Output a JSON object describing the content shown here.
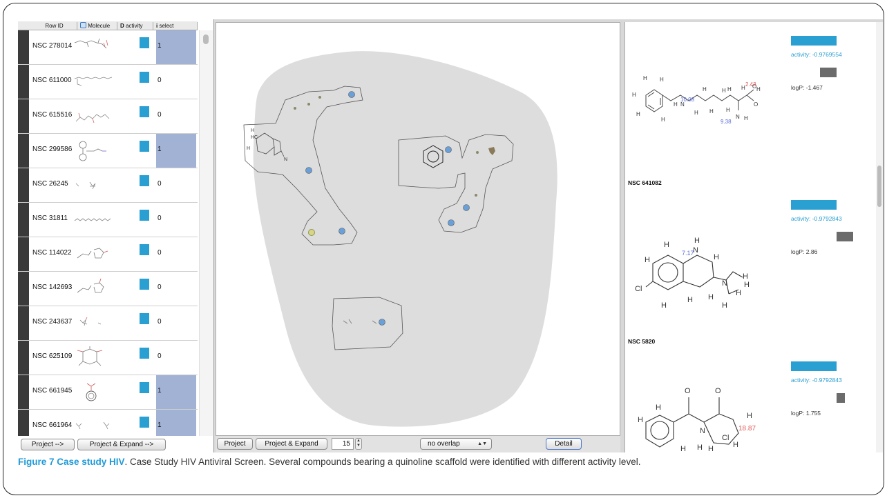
{
  "left_table": {
    "columns": [
      "Row ID",
      "Molecule",
      "activity",
      "select"
    ],
    "rows": [
      {
        "id": "NSC 278014",
        "select": "1"
      },
      {
        "id": "NSC 611000",
        "select": "0"
      },
      {
        "id": "NSC 615516",
        "select": "0"
      },
      {
        "id": "NSC 299586",
        "select": "1"
      },
      {
        "id": "NSC 26245",
        "select": "0"
      },
      {
        "id": "NSC 31811",
        "select": "0"
      },
      {
        "id": "NSC 114022",
        "select": "0"
      },
      {
        "id": "NSC 142693",
        "select": "0"
      },
      {
        "id": "NSC 243637",
        "select": "0"
      },
      {
        "id": "NSC 625109",
        "select": "0"
      },
      {
        "id": "NSC 661945",
        "select": "1"
      },
      {
        "id": "NSC 661964",
        "select": "1"
      }
    ],
    "buttons": {
      "project": "Project -->",
      "project_expand": "Project & Expand -->"
    }
  },
  "middle": {
    "buttons": {
      "project": "Project",
      "project_expand": "Project & Expand",
      "detail": "Detail"
    },
    "count": "15",
    "overlap": "no overlap"
  },
  "right": {
    "cards": [
      {
        "activity": "activity: -0.9769554",
        "logp": "logP: -1.467"
      },
      {
        "name": "NSC 641082",
        "activity": "activity: -0.9792843",
        "logp": "logP: 2.86"
      },
      {
        "name": "NSC 5820",
        "activity": "activity: -0.9792843",
        "logp": "logP: 1.755"
      }
    ],
    "annotations": {
      "a1": "2.43",
      "a2": "10.08",
      "a3": "9.38",
      "a4": "7.17",
      "a5": "18.87"
    }
  },
  "caption": {
    "bold": "Figure 7 Case study HIV",
    "text": ". Case Study HIV Antiviral Screen. Several compounds bearing a quinoline scaffold were identified with different activity level."
  },
  "colors": {
    "activity": "#2a9fd1",
    "select": "#a1b2d4",
    "accent": "#1f9ad8"
  }
}
